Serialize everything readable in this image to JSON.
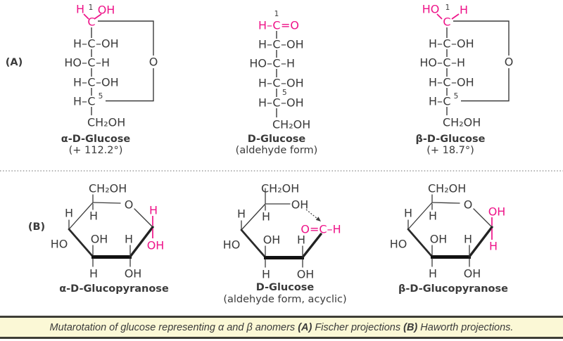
{
  "panels": {
    "a": "(A)",
    "b": "(B)"
  },
  "accent_pink": "#ee1489",
  "fischer": {
    "alpha": {
      "top_left": "H",
      "c1_num": "1",
      "top_right": "OH",
      "c1": "C",
      "rows": [
        {
          "left": "H–",
          "c": "C",
          "right": "–OH"
        },
        {
          "left": "HO–",
          "c": "C",
          "right": "–H"
        },
        {
          "left": "H–",
          "c": "C",
          "right": "–OH"
        }
      ],
      "c5_left": "H–",
      "c5": "C",
      "c5_num": "5",
      "ring_o": "O",
      "ch2oh": "CH₂OH",
      "name": "α-D-Glucose",
      "rotation": "(+ 112.2°)"
    },
    "aldehyde": {
      "c1_num": "1",
      "row1_left": "H–",
      "row1_c": "C",
      "row1_right": "=O",
      "rows": [
        {
          "left": "H–",
          "c": "C",
          "right": "–OH"
        },
        {
          "left": "HO–",
          "c": "C",
          "right": "–H"
        },
        {
          "left": "H–",
          "c": "C",
          "right": "–OH"
        }
      ],
      "c5_num": "5",
      "c5_left": "H–",
      "c5": "C",
      "c5_right": "–OH",
      "ch2oh": "CH₂OH",
      "name": "D-Glucose",
      "form": "(aldehyde form)"
    },
    "beta": {
      "top_left": "HO",
      "c1_num": "1",
      "top_right": "H",
      "c1": "C",
      "rows": [
        {
          "left": "H–",
          "c": "C",
          "right": "–OH"
        },
        {
          "left": "HO–",
          "c": "C",
          "right": "–H"
        },
        {
          "left": "H–",
          "c": "C",
          "right": "–OH"
        }
      ],
      "c5_left": "H–",
      "c5": "C",
      "c5_num": "5",
      "ring_o": "O",
      "ch2oh": "CH₂OH",
      "name": "β-D-Glucose",
      "rotation": "(+ 18.7°)"
    }
  },
  "haworth": {
    "alpha": {
      "ch2oh": "CH₂OH",
      "ring_o": "O",
      "c5_h": "H",
      "c4_h": "H",
      "c4_oh": "HO",
      "c3_up": "OH",
      "c3_down": "H",
      "c2_up": "H",
      "c2_down": "OH",
      "c1_up": "H",
      "c1_down": "OH",
      "name": "α-D-Glucopyranose"
    },
    "acyclic": {
      "ch2oh": "CH₂OH",
      "c5_oh": "OH",
      "aldehyde": "O=C–H",
      "c5_h": "H",
      "c4_h": "H",
      "c4_oh": "HO",
      "c3_up": "OH",
      "c3_down": "H",
      "c2_up": "H",
      "c2_down": "OH",
      "name": "D-Glucose",
      "form": "(aldehyde form, acyclic)"
    },
    "beta": {
      "ch2oh": "CH₂OH",
      "ring_o": "O",
      "c5_h": "H",
      "c4_h": "H",
      "c4_oh": "HO",
      "c3_up": "OH",
      "c3_down": "H",
      "c2_up": "H",
      "c2_down": "OH",
      "c1_up": "OH",
      "c1_down": "H",
      "name": "β-D-Glucopyranose"
    }
  },
  "caption": {
    "part1": "Mutarotation of glucose representing α and β anomers ",
    "a_bold": "(A)",
    "part2": " Fischer projections ",
    "b_bold": "(B)",
    "part3": " Haworth projections."
  }
}
